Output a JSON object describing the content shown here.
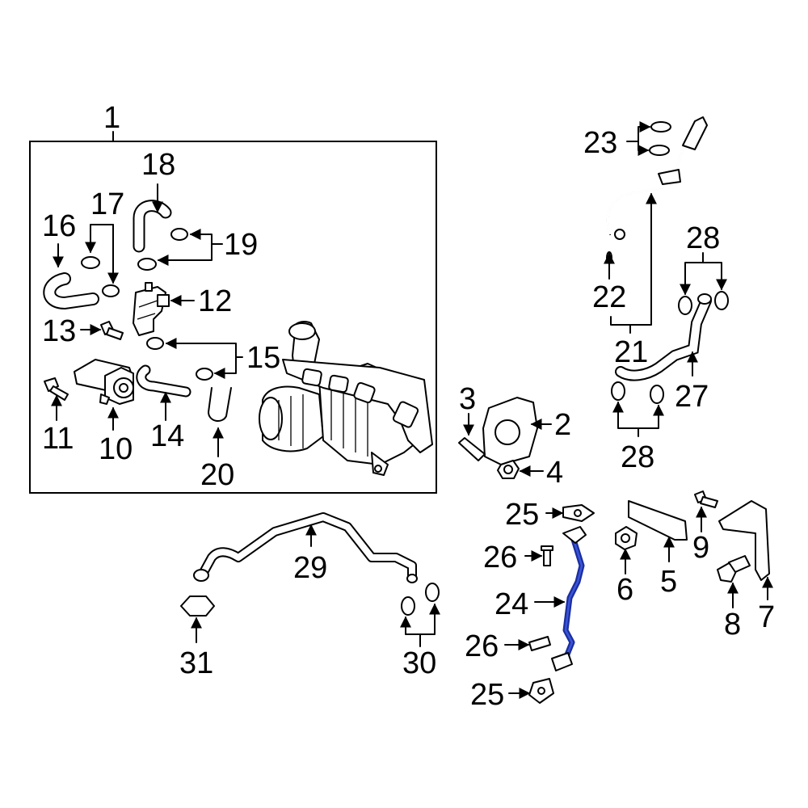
{
  "diagram": {
    "highlight_color": "#1b2e9e",
    "highlighted_part": "24",
    "callouts": {
      "c1": "1",
      "c2": "2",
      "c3": "3",
      "c4": "4",
      "c5": "5",
      "c6": "6",
      "c7": "7",
      "c8": "8",
      "c9": "9",
      "c10": "10",
      "c11": "11",
      "c12": "12",
      "c13": "13",
      "c14": "14",
      "c15": "15",
      "c16": "16",
      "c17": "17",
      "c18": "18",
      "c19": "19",
      "c20": "20",
      "c21": "21",
      "c22": "22",
      "c23": "23",
      "c24": "24",
      "c25a": "25",
      "c25b": "25",
      "c26a": "26",
      "c26b": "26",
      "c27": "27",
      "c28a": "28",
      "c28b": "28",
      "c29": "29",
      "c30": "30",
      "c31": "31"
    }
  }
}
